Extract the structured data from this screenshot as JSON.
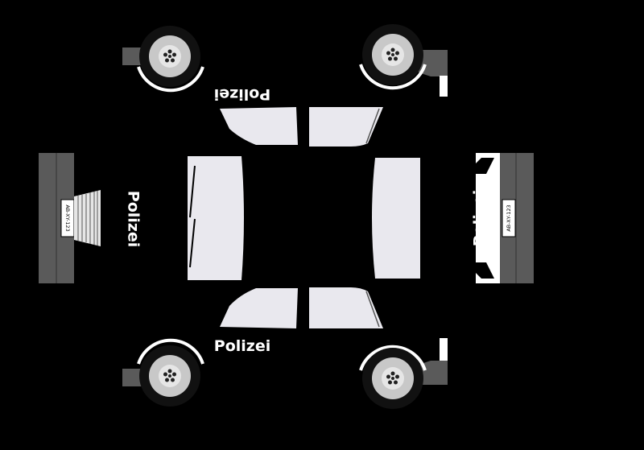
{
  "labels": {
    "top_side": "Polizei",
    "bottom_side": "Polizei",
    "front": "Polizei",
    "rear": "Polizei"
  },
  "plates": {
    "front": "AB-XY-123",
    "rear": "AB-XY-123"
  },
  "colors": {
    "background": "#000000",
    "window": "#e9e8ee",
    "body_grey": "#5a5a5a",
    "tire": "#111111",
    "rim": "#cccccc",
    "hub": "#e6e6e6",
    "white": "#ffffff"
  }
}
